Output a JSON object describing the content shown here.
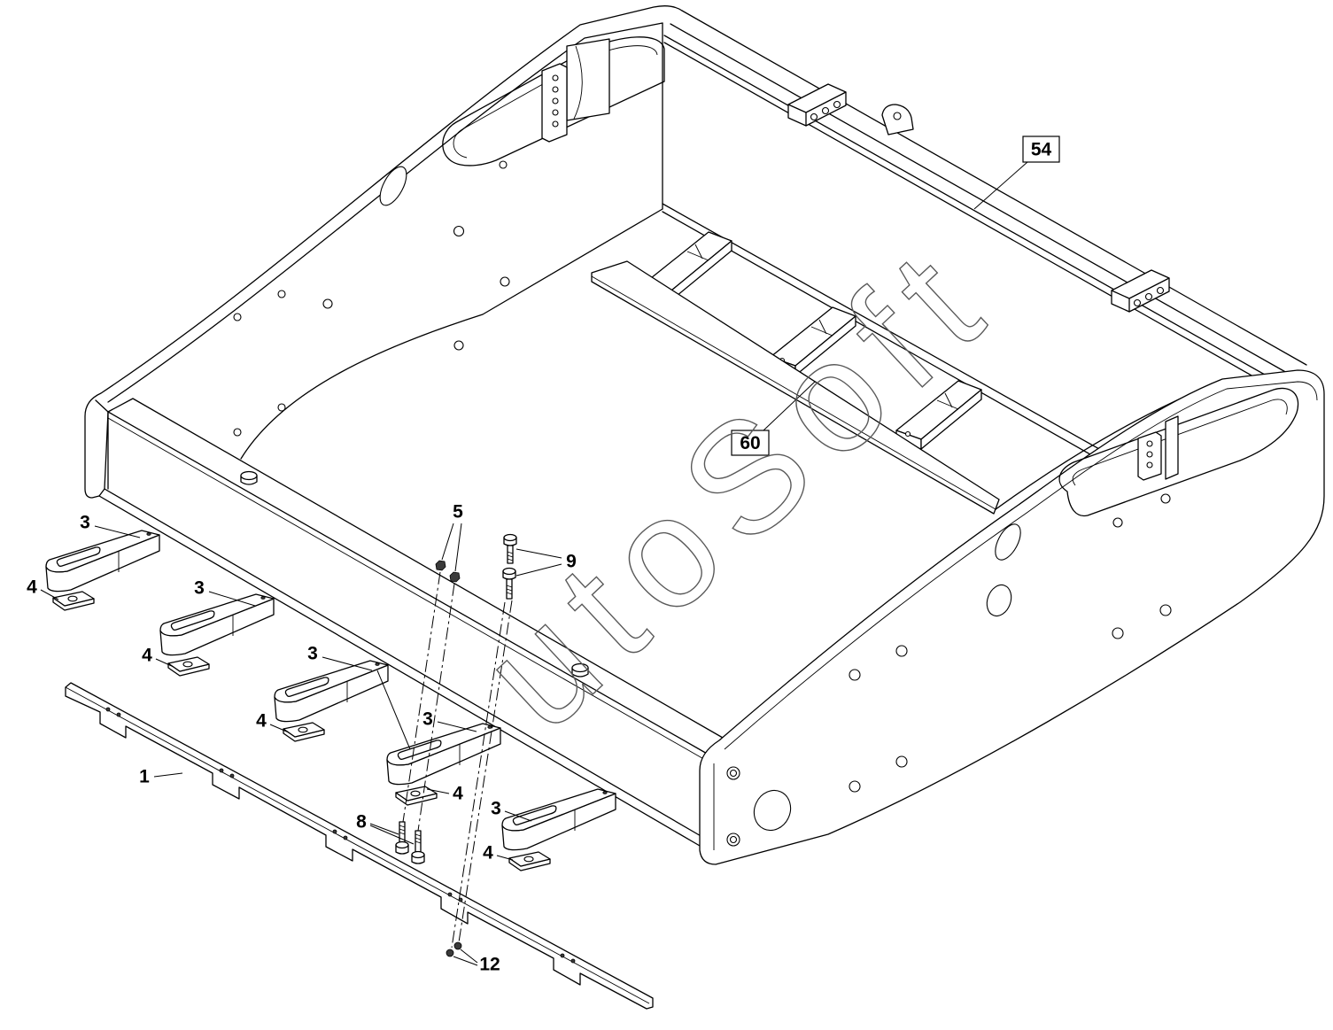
{
  "callouts": [
    "54",
    "60",
    "3",
    "4",
    "3",
    "4",
    "3",
    "4",
    "3",
    "4",
    "3",
    "4",
    "5",
    "9",
    "1",
    "8",
    "12"
  ],
  "watermark": "utoSoft",
  "colors": {
    "line": "#000000",
    "background": "#ffffff",
    "watermark": "#5a5a5a"
  }
}
